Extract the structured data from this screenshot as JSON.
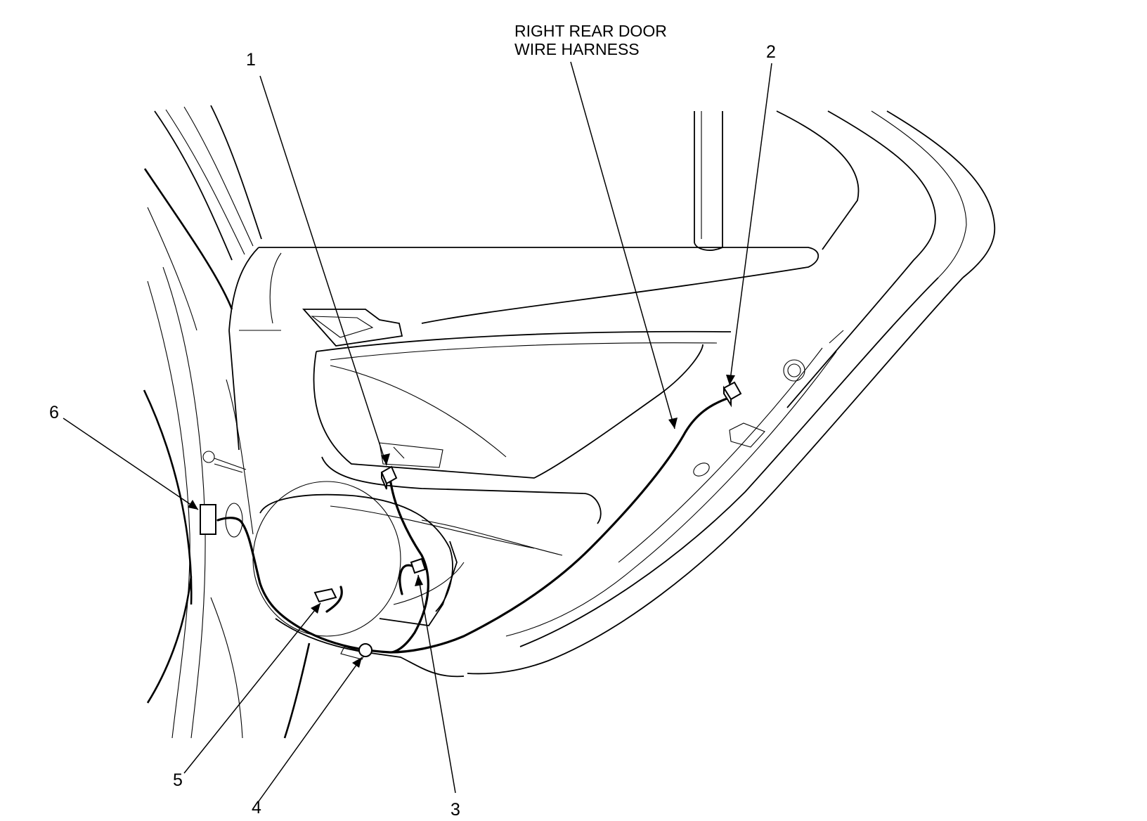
{
  "diagram": {
    "title_lines": [
      "RIGHT REAR DOOR",
      "WIRE HARNESS"
    ],
    "callouts": [
      {
        "id": "1",
        "text": "1"
      },
      {
        "id": "2",
        "text": "2"
      },
      {
        "id": "3",
        "text": "3"
      },
      {
        "id": "4",
        "text": "4"
      },
      {
        "id": "5",
        "text": "5"
      },
      {
        "id": "6",
        "text": "6"
      }
    ]
  }
}
